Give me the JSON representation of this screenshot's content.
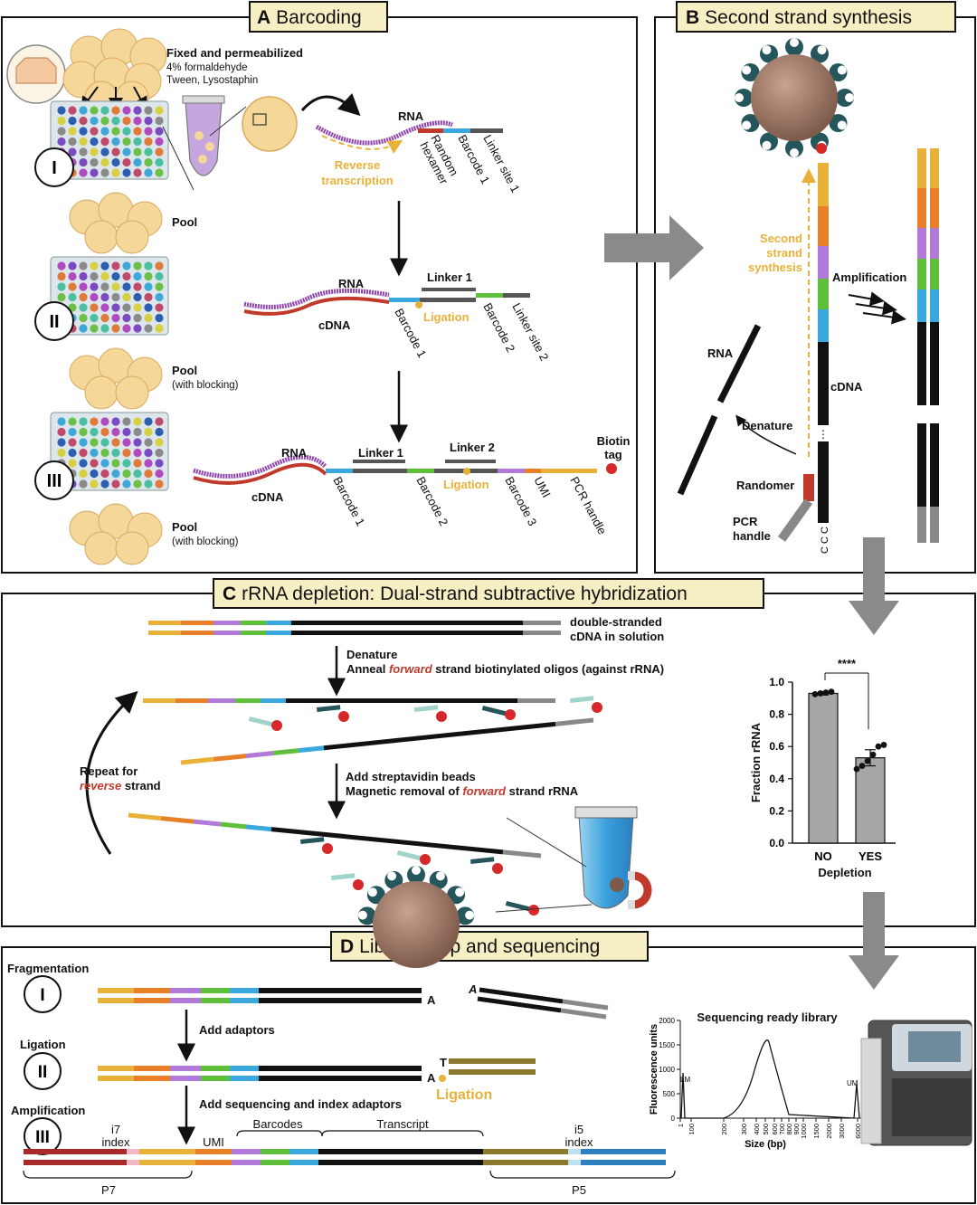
{
  "panels": {
    "a": {
      "letter": "A",
      "title": "Barcoding"
    },
    "b": {
      "letter": "B",
      "title": "Second strand synthesis"
    },
    "c": {
      "letter": "C",
      "title": "rRNA depletion: Dual-strand subtractive hybridization"
    },
    "d": {
      "letter": "D",
      "title": "Library prep and sequencing"
    }
  },
  "panel_a": {
    "fix_title": "Fixed and permeabilized",
    "fix_line1": "4% formaldehyde",
    "fix_line2": "Tween, Lysostaphin",
    "rounds": [
      "I",
      "II",
      "III"
    ],
    "pool1": "Pool",
    "pool2": "Pool",
    "pool2_sub": "(with blocking)",
    "pool3": "Pool",
    "pool3_sub": "(with blocking)",
    "s1": {
      "rna": "RNA",
      "rt_line1": "Reverse",
      "rt_line2": "transcription",
      "hex_line1": "Random",
      "hex_line2": "hexamer",
      "bc": "Barcode 1",
      "linker": "Linker site 1"
    },
    "s2": {
      "rna": "RNA",
      "cdna": "cDNA",
      "linker": "Linker 1",
      "ligation": "Ligation",
      "bc1": "Barcode 1",
      "bc2": "Barcode 2",
      "linker_site": "Linker site 2"
    },
    "s3": {
      "rna": "RNA",
      "cdna": "cDNA",
      "linker1": "Linker 1",
      "linker2": "Linker 2",
      "ligation": "Ligation",
      "bc1": "Barcode 1",
      "bc2": "Barcode 2",
      "bc3": "Barcode 3",
      "umi": "UMI",
      "pcr": "PCR handle",
      "biotin_line1": "Biotin",
      "biotin_line2": "tag"
    }
  },
  "panel_b": {
    "ss_line1": "Second",
    "ss_line2": "strand",
    "ss_line3": "synthesis",
    "amplification": "Amplification",
    "rna": "RNA",
    "cdna": "cDNA",
    "denature": "Denature",
    "randomer": "Randomer",
    "pcr_line1": "PCR",
    "pcr_line2": "handle",
    "ccc": "C C C"
  },
  "panel_c": {
    "ds_line1": "double-stranded",
    "ds_line2": "cDNA in solution",
    "step1_line1": "Denature",
    "step1_pre": "Anneal ",
    "step1_em": "forward",
    "step1_post": " strand biotinylated oligos (against rRNA)",
    "repeat_line1": "Repeat for",
    "repeat_em": "reverse",
    "repeat_post": " strand",
    "step2_line1": "Add streptavidin beads",
    "step2_pre": "Magnetic removal of ",
    "step2_em": "forward",
    "step2_post": " strand rRNA"
  },
  "chart_data": {
    "type": "bar",
    "categories": [
      "NO",
      "YES"
    ],
    "values": [
      0.93,
      0.53
    ],
    "error": [
      0.01,
      0.05
    ],
    "points": [
      [
        0.925,
        0.93,
        0.935,
        0.94
      ],
      [
        0.46,
        0.48,
        0.51,
        0.55,
        0.6,
        0.61
      ]
    ],
    "ylabel": "Fraction rRNA",
    "xlabel": "Depletion",
    "ylim": [
      0,
      1.0
    ],
    "yticks": [
      "0.0",
      "0.2",
      "0.4",
      "0.6",
      "0.8",
      "1.0"
    ],
    "significance": "****",
    "colors": {
      "bar": "#a6a6a8"
    }
  },
  "panel_d": {
    "fragmentation": "Fragmentation",
    "ligation": "Ligation",
    "amplification": "Amplification",
    "rounds": [
      "I",
      "II",
      "III"
    ],
    "add_adaptors": "Add adaptors",
    "add_seq": "Add sequencing and index adaptors",
    "a1": "A",
    "a2": "A",
    "a3": "A",
    "t": "T",
    "ligation_gold": "Ligation",
    "i7_line1": "i7",
    "i7_line2": "index",
    "umi": "UMI",
    "barcodes": "Barcodes",
    "transcript": "Transcript",
    "i5_line1": "i5",
    "i5_line2": "index",
    "p7": "P7",
    "p5": "P5",
    "lib_title": "Sequencing ready library",
    "lib_ylabel": "Fluorescence units",
    "lib_xlabel": "Size (bp)",
    "lib_yticks": [
      "0",
      "500",
      "1000",
      "1500",
      "2000"
    ],
    "lib_xticks": [
      "1",
      "100",
      "200",
      "300",
      "400",
      "500",
      "600",
      "700",
      "800",
      "900",
      "1000",
      "1500",
      "2000",
      "3000",
      "6000"
    ],
    "lm": "LM",
    "um": "UM"
  }
}
